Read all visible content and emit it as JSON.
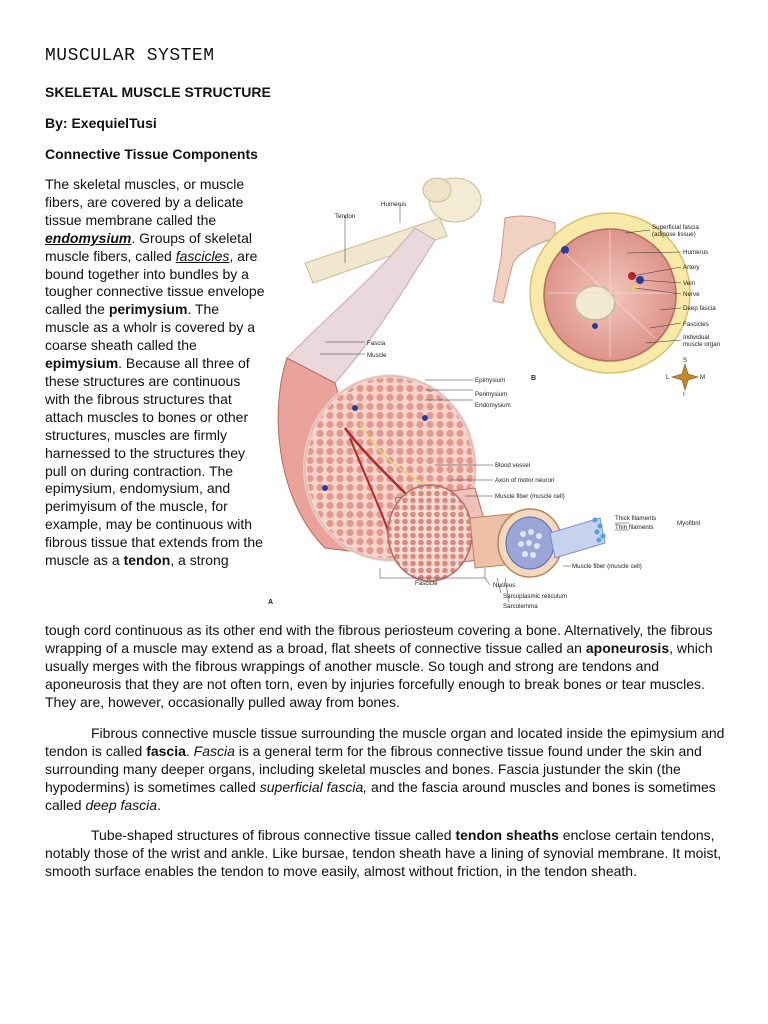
{
  "doc": {
    "title": "MUSCULAR SYSTEM",
    "subtitle": "SKELETAL MUSCLE STRUCTURE",
    "author": "By: ExequielTusi",
    "section": "Connective Tissue Components"
  },
  "p1": {
    "t1": "The skeletal muscles, or muscle fibers, are covered by a delicate tissue membrane called the ",
    "b1": "endomysium",
    "t2": ". Groups of skeletal muscle fibers, called ",
    "i1": "fascicles",
    "t3": ", are bound together into bundles by a tougher connective tissue envelope called the ",
    "b2": "perimysium",
    "t4": ". The muscle as a wholr is covered by a coarse sheath called the ",
    "b3": "epimysium",
    "t5": ". Because all three of these structures are continuous with the fibrous structures that attach muscles to bones or other structures, muscles are firmly harnessed to the structures they pull on during contraction. The epimysium, endomysium, and perimyisum of the muscle, for example, may be continuous with fibrous tissue that extends from the muscle as a ",
    "b4": "tendon",
    "t6": ", a strong",
    "t7": "tough cord continuous as its other end with the fibrous periosteum covering a bone. Alternatively, the fibrous wrapping of a muscle may extend as a broad, flat sheets of connective tissue called an ",
    "b5": "aponeurosis",
    "t8": ", which usually merges with the fibrous wrappings of another muscle. So tough and strong are tendons and aponeurosis that they are not often torn, even by injuries forcefully enough to break bones or tear muscles. They are, however, occasionally pulled away from bones."
  },
  "p2": {
    "t1": "Fibrous connective muscle tissue surrounding the muscle organ and located inside the epimysium and tendon is called ",
    "b1": "fascia",
    "t2": ". ",
    "i1": "Fascia",
    "t3": " is a general term for the fibrous connective tissue found under the skin and surrounding many deeper organs, including skeletal muscles and bones. Fascia justunder the skin (the hypodermins) is sometimes called ",
    "i2": "superficial fascia,",
    "t4": " and the fascia around muscles and bones is sometimes called ",
    "i3": "deep fascia",
    "t5": "."
  },
  "p3": {
    "t1": "Tube-shaped structures of fibrous connective tissue called ",
    "b1": "tendon sheaths",
    "t2": " enclose certain tendons, notably those of the wrist and ankle. Like bursae, tendon sheath have a lining of synovial membrane. It moist, smooth surface enables the tendon to move easily, almost without friction, in the tendon sheath."
  },
  "figure": {
    "labels": {
      "tendon": "Tendon",
      "humerus": "Humerus",
      "fascia": "Fascia",
      "muscle": "Muscle",
      "epimysium": "Epimysium",
      "perimysium": "Perimysium",
      "endomysium": "Endomysium",
      "blood_vessel": "Blood vessel",
      "axon": "Axon of motor neuron",
      "muscle_fiber": "Muscle fiber (muscle cell)",
      "fascicle": "Fascicle",
      "thick": "Thick filaments",
      "thin": "Thin filaments",
      "myofibril": "Myofibril",
      "fiber2": "Muscle fiber (muscle cell)",
      "nucleus": "Nucleus",
      "sr": "Sarcoplasmic reticulum",
      "sarcolemma": "Sarcolemma",
      "sup_fascia": "Superficial fascia",
      "adipose": "(adipose tissue)",
      "humerus2": "Humerus",
      "artery": "Artery",
      "vein": "Vein",
      "nerve": "Nerve",
      "deep_fascia": "Deep fascia",
      "fascicles": "Fascicles",
      "indiv1": "Individual",
      "indiv2": "muscle organ",
      "panel_a": "A",
      "panel_b": "B",
      "compass_s": "S",
      "compass_l": "L",
      "compass_m": "M",
      "compass_i": "I"
    }
  }
}
